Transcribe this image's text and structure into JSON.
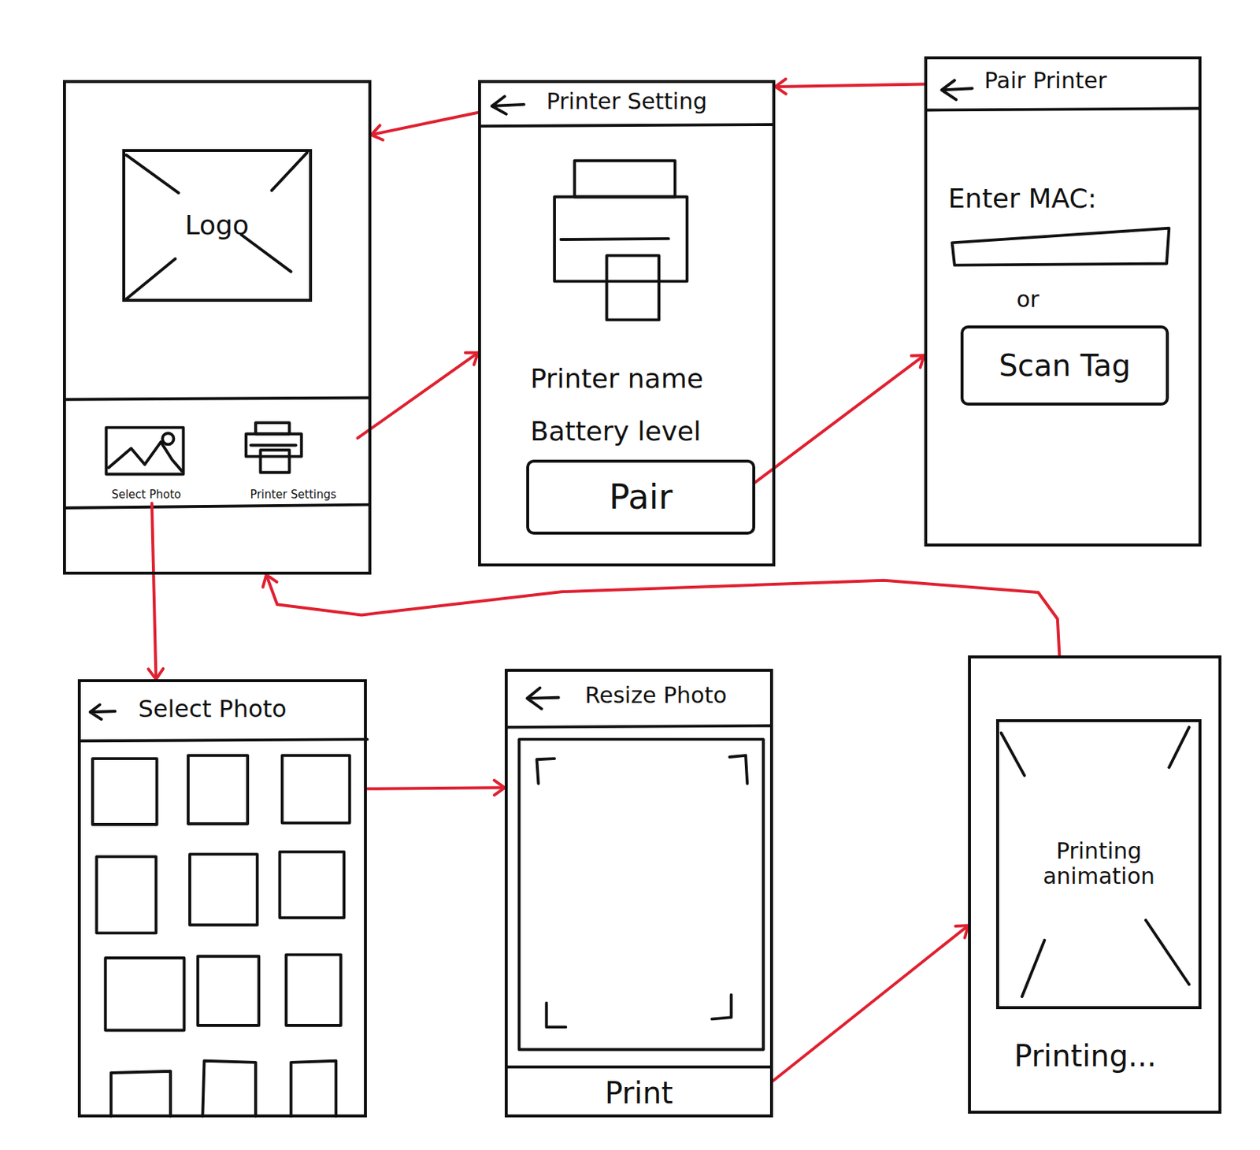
{
  "diagram": {
    "nodes": [
      {
        "text": []
      },
      {
        "text": [
          "Logo"
        ],
        "in": 0
      },
      {
        "text": [
          "Select Photo"
        ],
        "in": 0
      },
      {
        "text": [
          "Printer Settings"
        ],
        "in": 0
      },
      {
        "text": [
          "Printer Setting",
          "Printer name",
          "Battery level"
        ]
      },
      {
        "text": [
          "Pair"
        ],
        "in": 4
      },
      {
        "text": [
          "Pair Printer",
          "Enter MAC:",
          "or"
        ]
      },
      {
        "text": [
          "Scan Tag"
        ],
        "in": 6
      },
      {
        "text": [
          "Select Photo"
        ]
      },
      {
        "text": [
          "Resize Photo"
        ]
      },
      {
        "text": [
          "Print"
        ],
        "in": 9
      },
      {
        "text": [
          "Printing..."
        ]
      },
      {
        "text": [
          "Printing animation"
        ],
        "in": 11
      }
    ],
    "edges": [
      {
        "from": 3,
        "to": 4,
        "arrow": "to"
      },
      {
        "from": 4,
        "to": 0,
        "arrow": "to"
      },
      {
        "from": 5,
        "to": 6,
        "arrow": "to"
      },
      {
        "from": 6,
        "to": 4,
        "arrow": "to"
      },
      {
        "from": 2,
        "to": 8,
        "arrow": "to"
      },
      {
        "from": 8,
        "to": 9,
        "arrow": "to"
      },
      {
        "from": 10,
        "to": 11,
        "arrow": "to"
      },
      {
        "from": 11,
        "to": 0,
        "arrow": "to"
      }
    ]
  }
}
